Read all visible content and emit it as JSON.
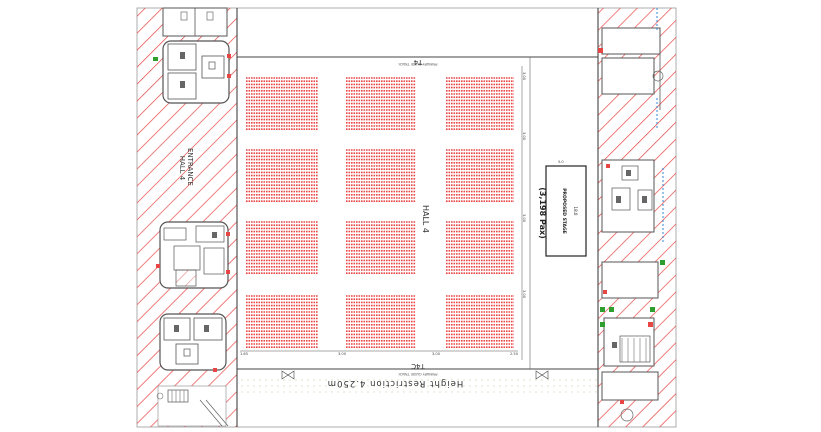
{
  "hall": {
    "name": "HALL 4",
    "capacity": "(3,198 Pax)",
    "stage_label": "PROPOSED STAGE",
    "stage_size": "18.0"
  },
  "entrance": {
    "line1": "ENTRANCE",
    "line2": "HALL 4"
  },
  "grid_labels": {
    "top": "T4",
    "bottom": "T4C",
    "guide": "PRIMARY GUIDE TRACK"
  },
  "height_restriction": "Height Restriction 4.250m",
  "dims": {
    "aisle_top": "3.00",
    "aisle_mid": "3.00",
    "aisle_side": "2.50",
    "stage_gap": "5.0",
    "left_dim": "1.65"
  },
  "colors": {
    "hatch": "#e84545",
    "seat": "#e84545",
    "walls": "#555555",
    "water": "#2f86d6",
    "exit": "#2e9e2e"
  }
}
